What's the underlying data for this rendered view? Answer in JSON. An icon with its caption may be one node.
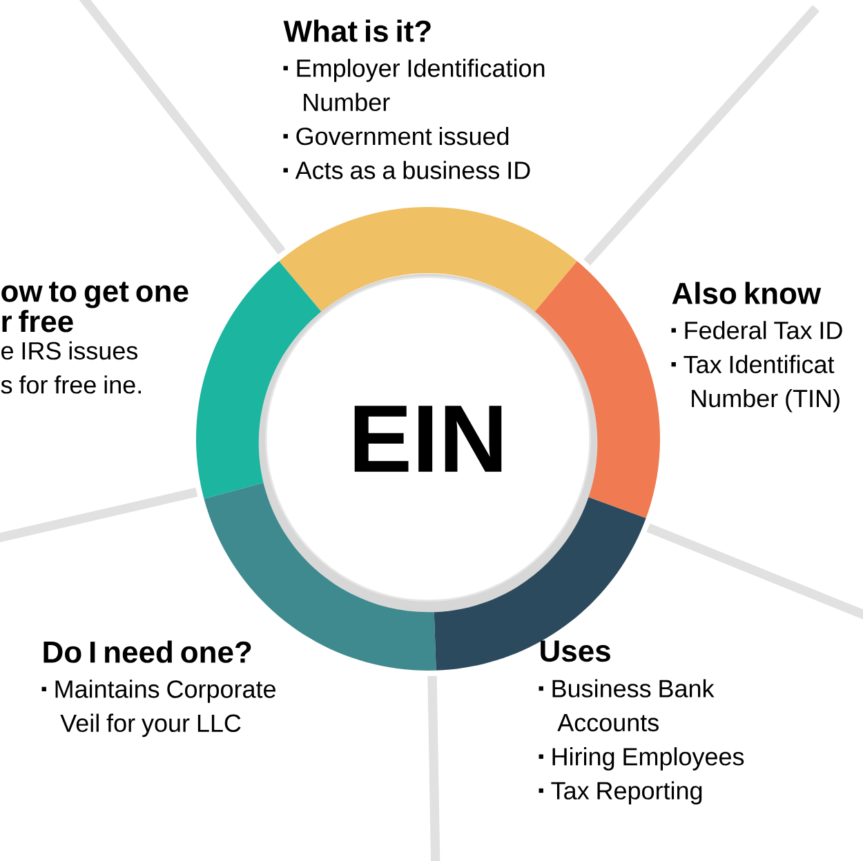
{
  "diagram": {
    "nodes": [
      {
        "text": [
          "EIN"
        ]
      },
      {
        "text": [
          "What is it?",
          "Employer Identification Number",
          "Government issued",
          "Acts as a business ID"
        ]
      },
      {
        "text": [
          "ow to get one r free",
          "e IRS issues s for free ine."
        ]
      },
      {
        "text": [
          "Also know",
          "Federal Tax ID",
          "Tax Identificat Number (TIN)"
        ]
      },
      {
        "text": [
          "Do I need one?",
          "Maintains Corporate Veil for your LLC"
        ]
      },
      {
        "text": [
          "Uses",
          "Business Bank Accounts",
          "Hiring Employees",
          "Tax Reporting"
        ]
      }
    ]
  }
}
